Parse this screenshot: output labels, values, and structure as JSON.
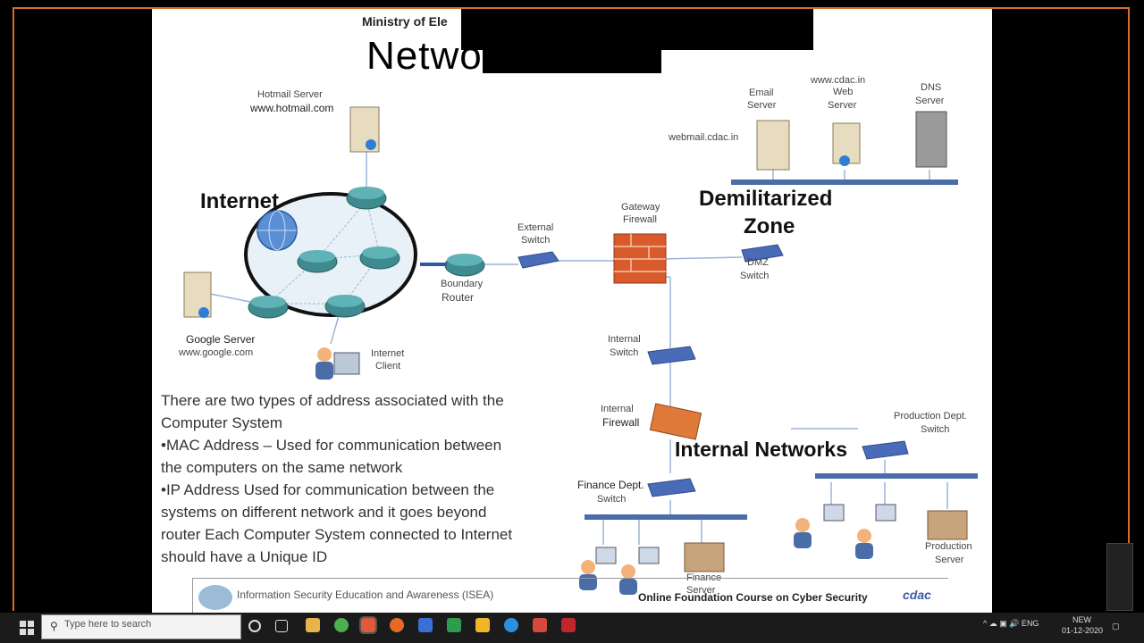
{
  "slide": {
    "ministry": "Ministry of Ele",
    "title": "Netwo                ecture",
    "zones": {
      "internet": "Internet",
      "dmz_line1": "Demilitarized",
      "dmz_line2": "Zone",
      "internal": "Internal  Networks"
    },
    "labels": {
      "hotmail_1": "Hotmail Server",
      "hotmail_2": "www.hotmail.com",
      "email_1": "Email",
      "email_2": "Server",
      "webmail": "webmail.cdac.in",
      "cdac_1": "www.cdac.in",
      "cdac_2": "Web",
      "cdac_3": "Server",
      "dns_1": "DNS",
      "dns_2": "Server",
      "gateway_1": "Gateway",
      "gateway_2": "Firewall",
      "ext_switch_1": "External",
      "ext_switch_2": "Switch",
      "boundary_1": "Boundary",
      "boundary_2": "Router",
      "dmz_switch_1": "DMZ",
      "dmz_switch_2": "Switch",
      "google_1": "Google Server",
      "google_2": "www.google.com",
      "inet_client_1": "Internet",
      "inet_client_2": "Client",
      "int_switch_1": "Internal",
      "int_switch_2": "Switch",
      "int_fw_1": "Internal",
      "int_fw_2": "Firewall",
      "prod_switch_1": "Production Dept.",
      "prod_switch_2": "Switch",
      "fin_switch_1": "Finance Dept.",
      "fin_switch_2": "Switch",
      "prod_server_1": "Production",
      "prod_server_2": "Server",
      "fin_server_1": "Finance",
      "fin_server_2": "Server"
    },
    "body_lines": [
      "There are two types of address associated with the",
      "Computer System",
      "•MAC Address – Used for communication between",
      "the computers on the same network",
      "•IP Address   Used for communication between the",
      "systems on different network and it goes beyond",
      "router Each Computer System connected to Internet",
      "should have a Unique ID"
    ],
    "footer_left": "Information Security Education and Awareness (ISEA)",
    "footer_right": "Online Foundation Course on Cyber Security",
    "footer_logo": "cdac"
  },
  "taskbar": {
    "search_placeholder": "Type here to search",
    "start_icon": "windows-icon",
    "clock": "NEW",
    "date": "01-12-2020"
  },
  "colors": {
    "frame_border": "#d86a2a",
    "router_teal": "#3f8a8f",
    "switch_blue": "#4a6bb8",
    "firewall_red": "#d95a2b",
    "network_bar": "#4a6da8"
  }
}
